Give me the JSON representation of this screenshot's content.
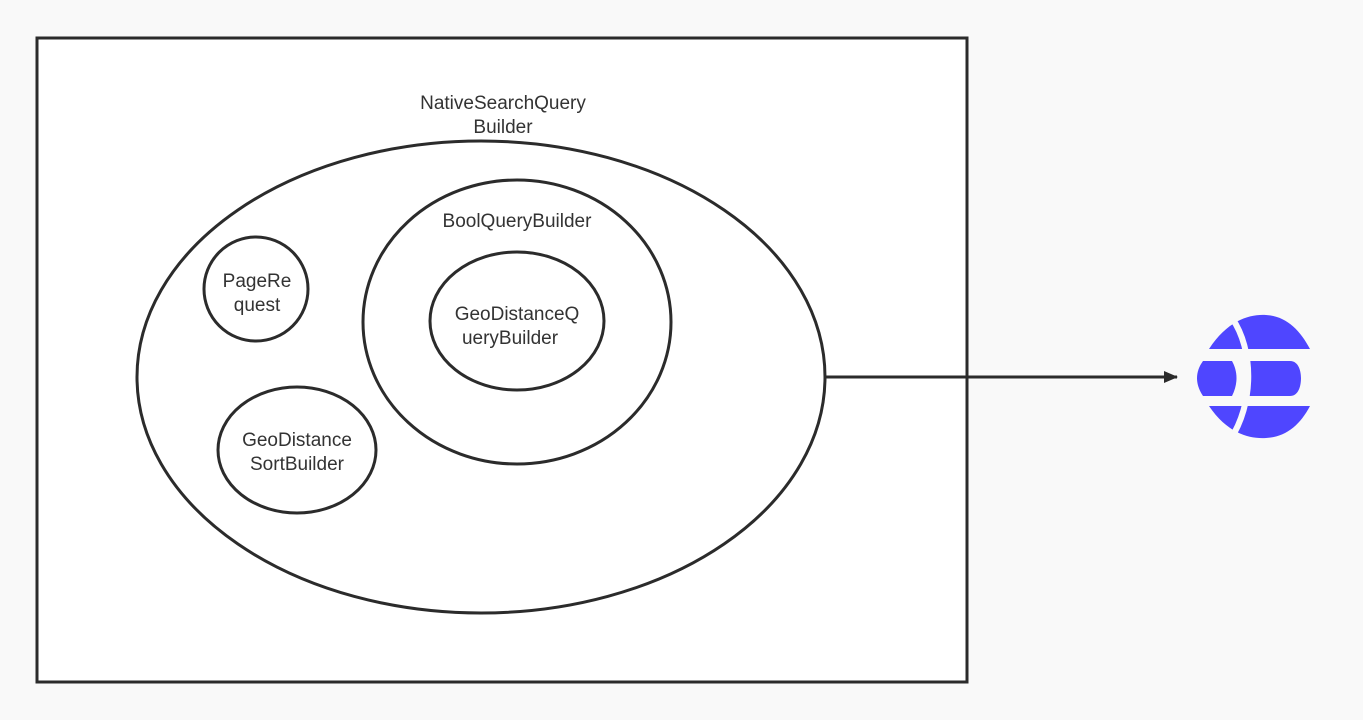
{
  "diagram": {
    "outer_ellipse_label": {
      "line1": "NativeSearchQuery",
      "line2": "Builder"
    },
    "bool_query_label": "BoolQueryBuilder",
    "geo_distance_query_label": {
      "line1": "GeoDistanceQ",
      "line2": "ueryBuilder"
    },
    "page_request_label": {
      "line1": "PageRe",
      "line2": "quest"
    },
    "geo_distance_sort_label": {
      "line1": "GeoDistance",
      "line2": "SortBuilder"
    },
    "target_icon": "elasticsearch-logo-icon"
  },
  "colors": {
    "background": "#f9f9f9",
    "stroke": "#2b2b2b",
    "text": "#333333",
    "box_fill": "#ffffff",
    "logo": "#4f46ff"
  }
}
